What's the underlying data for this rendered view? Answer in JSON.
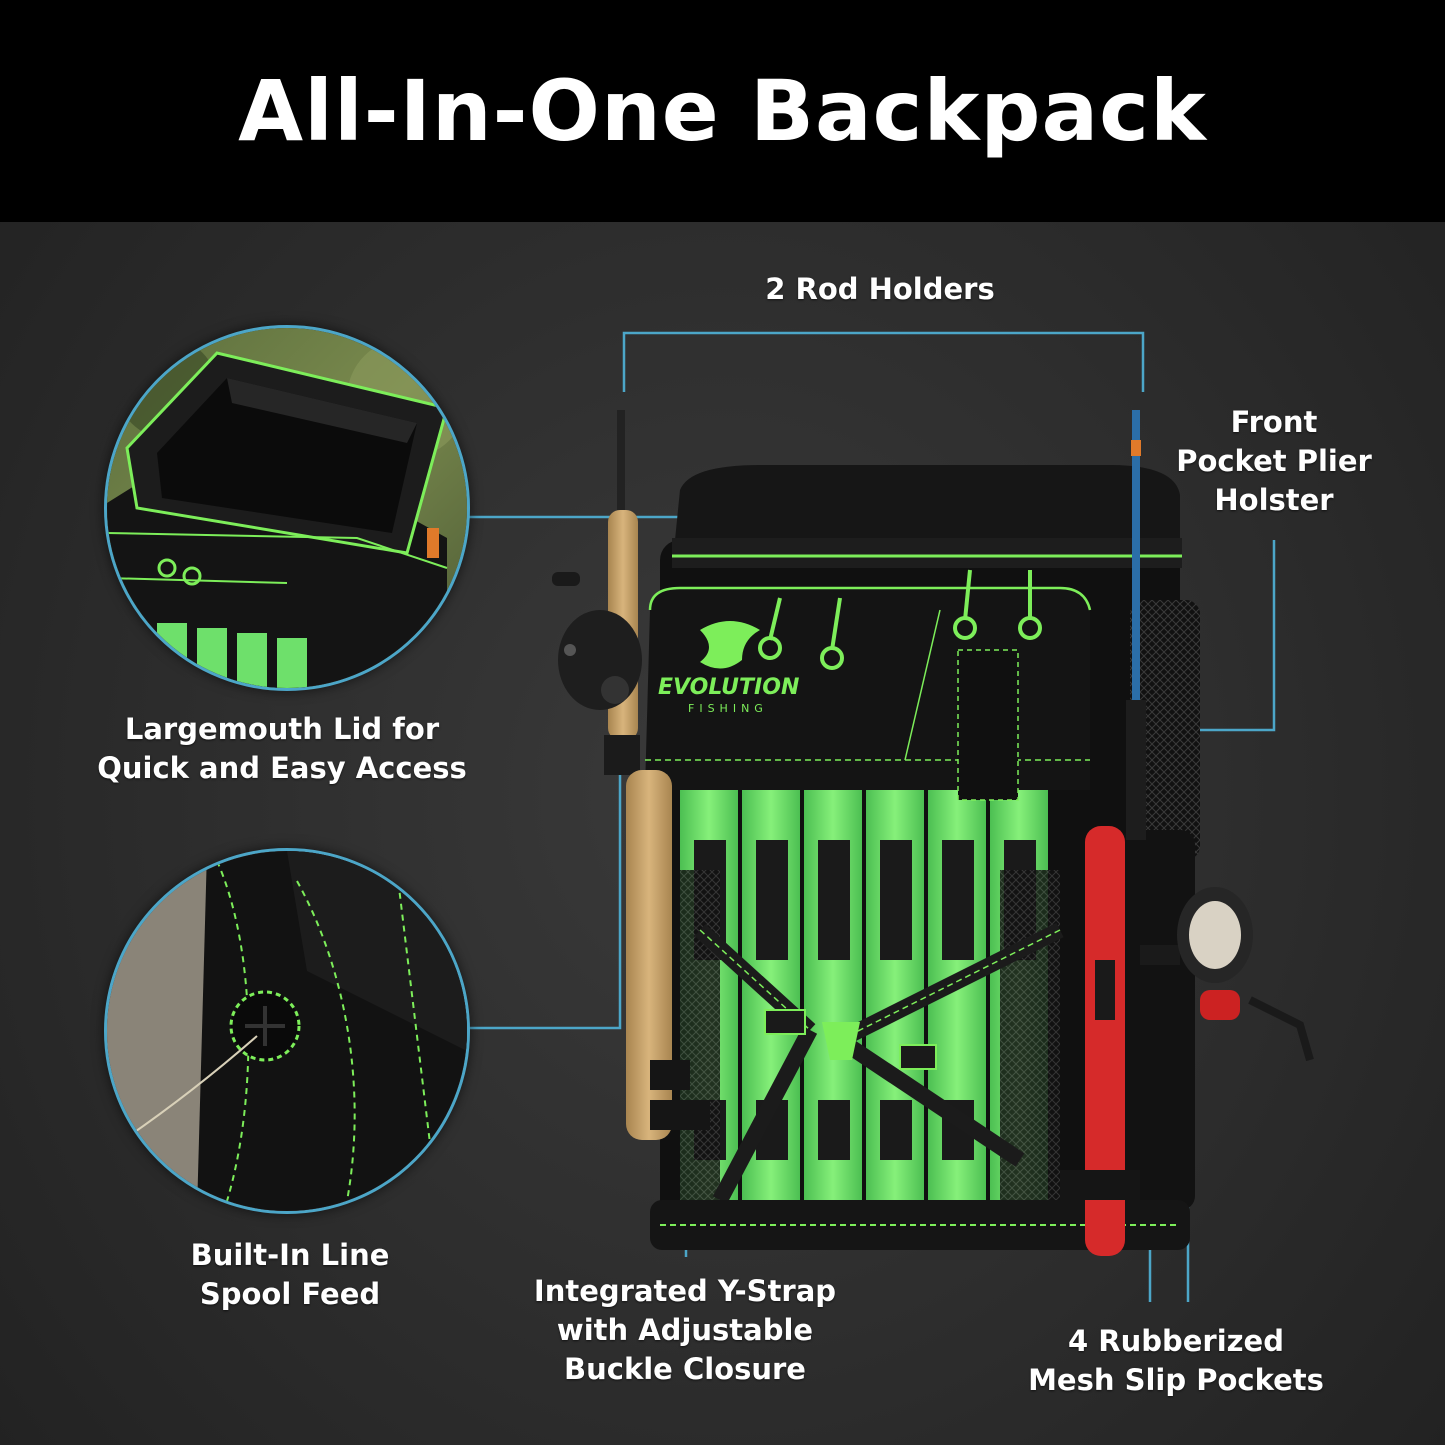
{
  "header": {
    "title": "All-In-One Backpack"
  },
  "callouts": {
    "rod_holders": "2 Rod Holders",
    "plier_holster": [
      "Front",
      "Pocket Plier",
      "Holster"
    ],
    "largemouth_lid": [
      "Largemouth Lid for",
      "Quick and Easy Access"
    ],
    "line_spool": [
      "Built-In Line",
      "Spool Feed"
    ],
    "y_strap": [
      "Integrated Y-Strap",
      "with Adjustable",
      "Buckle Closure"
    ],
    "mesh_pockets": [
      "4 Rubberized",
      "Mesh Slip Pockets"
    ]
  },
  "branding": {
    "logo_text": "EVOLUTION",
    "logo_sub": "FISHING"
  },
  "colors": {
    "accent_green": "#7dee5a",
    "callout_line": "#4ca6c8",
    "bag_black": "#141414",
    "tray_green": "#6ee06b",
    "rod_grip_red": "#d62a2a",
    "cork": "#c9a36b"
  }
}
